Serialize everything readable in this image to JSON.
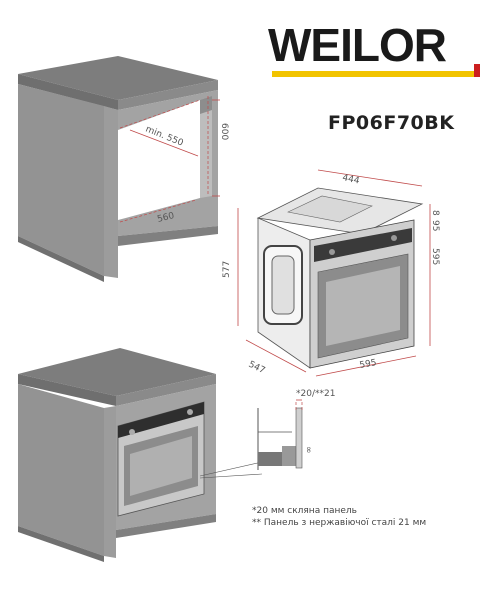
{
  "brand": {
    "name": "WEILOR",
    "accent_yellow": "#f2c400",
    "accent_red": "#cc1f1f"
  },
  "model": "FP06F70BK",
  "cabinet_top": {
    "min_depth": "min. 550",
    "height": "600",
    "width": "560"
  },
  "oven": {
    "depth_top": "444",
    "height_front": "595",
    "depth_side": "577",
    "bottom_depth": "547",
    "bottom_width": "595",
    "gap1": "8",
    "gap2": "95"
  },
  "detail": {
    "panel_label": "*20/**21"
  },
  "notes": {
    "line1": "*20 мм скляна панель",
    "line2": "** Панель з нержавіючої сталі 21 мм"
  }
}
